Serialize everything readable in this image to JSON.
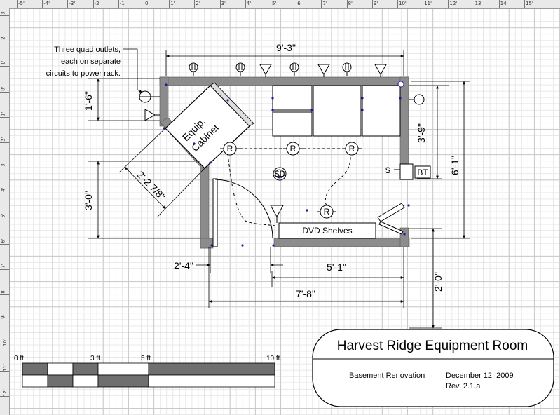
{
  "drawing": {
    "title": "Harvest Ridge Equipment Room",
    "project": "Basement Renovation",
    "date": "December 12, 2009",
    "revision": "Rev. 2.1.a"
  },
  "dimensions": {
    "top_width": "9'-3\"",
    "left_upper": "1'-6\"",
    "left_lower": "3'-0\"",
    "diagonal": "2'-2 7/8\"",
    "right_upper": "3'-9\"",
    "right_total": "6'-1\"",
    "right_lower": "2'-0\"",
    "door_width": "2'-4\"",
    "bottom_wall": "5'-1\"",
    "bottom_total": "7'-8\""
  },
  "labels": {
    "cabinet_line1": "Equip.",
    "cabinet_line2": "Cabinet",
    "shelves": "DVD Shelves",
    "smoke_detector": "SD",
    "bt": "BT",
    "receptacle": "R"
  },
  "note": {
    "line1": "Three quad outlets,",
    "line2": "each on separate",
    "line3": "circuits to power rack."
  },
  "scale_bar": {
    "labels": [
      "0 ft.",
      "3 ft.",
      "5 ft.",
      "10 ft."
    ]
  },
  "ruler": {
    "top": [
      "-5'",
      "-4'",
      "-3'",
      "-2'",
      "-1'",
      "0'",
      "1'",
      "2'",
      "3'",
      "4'",
      "5'",
      "6'",
      "7'",
      "8'",
      "9'",
      "10'",
      "11'",
      "12'",
      "13'",
      "14'",
      "15'"
    ],
    "left": [
      "3'",
      "2'",
      "1'",
      "0'",
      "1'",
      "2'",
      "3'",
      "4'",
      "5'",
      "6'",
      "7'",
      "8'",
      "9'",
      "10'",
      "11'",
      "12'"
    ]
  },
  "colors": {
    "wall": "#8c8c8c",
    "dark_fill": "#6f6f6f",
    "accent": "#1a1aa0"
  }
}
